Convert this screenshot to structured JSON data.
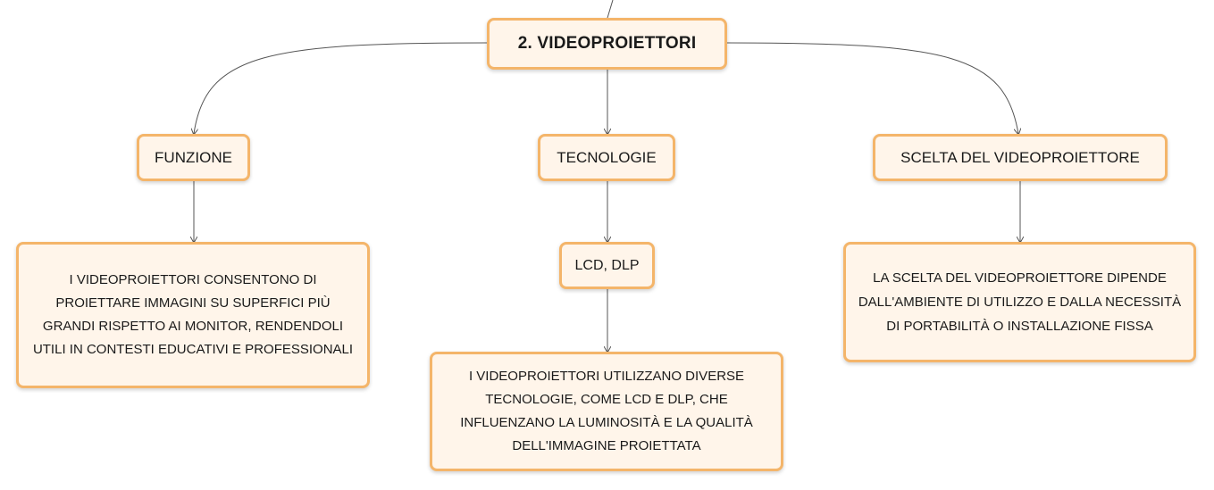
{
  "root": {
    "label": "2. VIDEOPROIETTORI"
  },
  "branches": [
    {
      "label": "FUNZIONE",
      "detail": "I VIDEOPROIETTORI CONSENTONO DI PROIETTARE IMMAGINI SU SUPERFICI PIÙ GRANDI RISPETTO AI MONITOR, RENDENDOLI UTILI IN CONTESTI EDUCATIVI E PROFESSIONALI"
    },
    {
      "label": "TECNOLOGIE",
      "sub": "LCD, DLP",
      "detail": "I VIDEOPROIETTORI UTILIZZANO DIVERSE TECNOLOGIE, COME LCD E DLP, CHE INFLUENZANO LA LUMINOSITÀ E LA QUALITÀ DELL'IMMAGINE PROIETTATA"
    },
    {
      "label": "SCELTA DEL VIDEOPROIETTORE",
      "detail": "LA SCELTA DEL VIDEOPROIETTORE DIPENDE DALL'AMBIENTE DI UTILIZZO E DALLA NECESSITÀ DI PORTABILITÀ O INSTALLAZIONE FISSA"
    }
  ],
  "colors": {
    "node_fill": "#fff5ea",
    "node_border": "#f4b56a",
    "connector": "#555555"
  }
}
